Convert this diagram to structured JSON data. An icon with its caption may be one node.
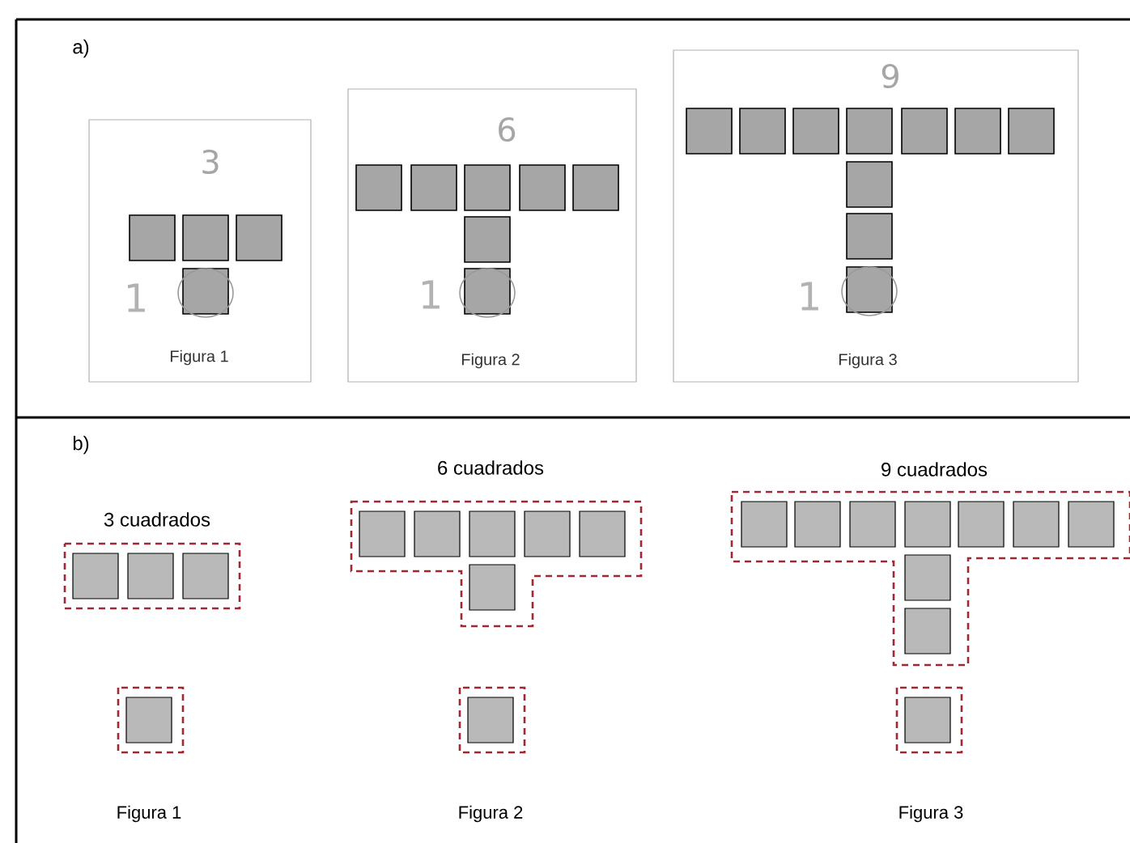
{
  "diagram": {
    "nodes": [
      {
        "text": [
          "3",
          "1",
          "Figura 1"
        ]
      },
      {
        "text": [
          "6",
          "1",
          "Figura 2"
        ]
      },
      {
        "text": [
          "9",
          "1",
          "Figura 3"
        ]
      }
    ],
    "labels": [
      "a)",
      "b)",
      "6 cuadrados",
      "9 cuadrados",
      "3 cuadrados",
      "Figura 1",
      "Figura 2",
      "Figura 3"
    ]
  }
}
